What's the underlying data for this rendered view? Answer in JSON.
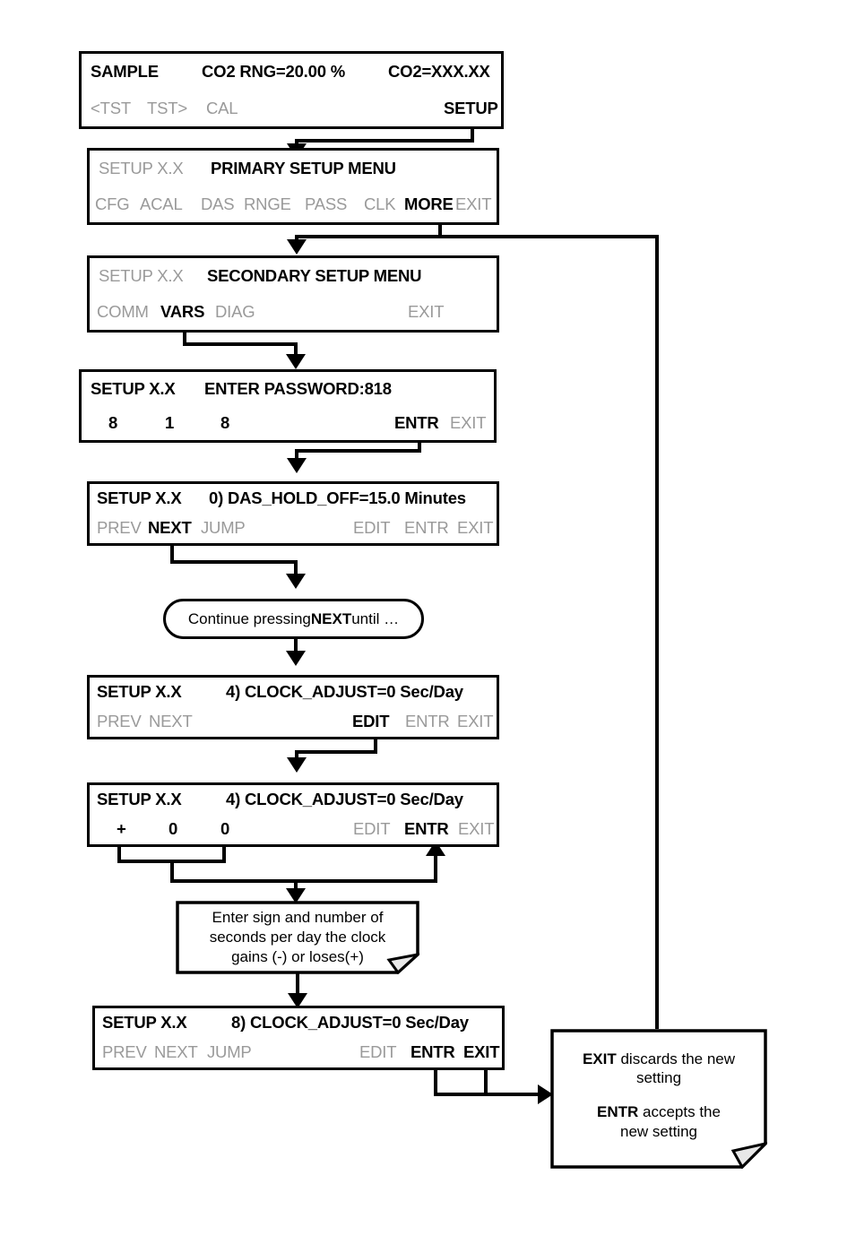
{
  "diagram": {
    "title": "CLOCK_ADJUST setup menu navigation flow",
    "accent_black": "#000000",
    "dim_gray": "#9a9a9a",
    "fold_gray": "#e8e8e8"
  },
  "panels": {
    "sample": {
      "top": {
        "status": "SAMPLE",
        "range": "CO2 RNG=20.00 %",
        "conc": "CO2=XXX.XX"
      },
      "bottom": {
        "tst_prev": "<TST",
        "tst_next": "TST>",
        "cal": "CAL",
        "setup": "SETUP"
      }
    },
    "primary_setup": {
      "top": {
        "label": "SETUP X.X",
        "title": "PRIMARY SETUP MENU"
      },
      "bottom": {
        "cfg": "CFG",
        "acal": "ACAL",
        "das": "DAS",
        "rnge": "RNGE",
        "pass": "PASS",
        "clk": "CLK",
        "more": "MORE",
        "exit": "EXIT"
      }
    },
    "secondary_setup": {
      "top": {
        "label": "SETUP X.X",
        "title": "SECONDARY SETUP MENU"
      },
      "bottom": {
        "comm": "COMM",
        "vars": "VARS",
        "diag": "DIAG",
        "exit": "EXIT"
      }
    },
    "password": {
      "top": {
        "label": "SETUP X.X",
        "title": "ENTER PASSWORD:818"
      },
      "bottom": {
        "d1": "8",
        "d2": "1",
        "d3": "8",
        "entr": "ENTR",
        "exit": "EXIT"
      }
    },
    "das_hold_off": {
      "top": {
        "label": "SETUP X.X",
        "title": "0) DAS_HOLD_OFF=15.0 Minutes"
      },
      "bottom": {
        "prev": "PREV",
        "next": "NEXT",
        "jump": "JUMP",
        "edit": "EDIT",
        "entr": "ENTR",
        "exit": "EXIT"
      }
    },
    "clock_adjust_view": {
      "top": {
        "label": "SETUP X.X",
        "title": "4) CLOCK_ADJUST=0 Sec/Day"
      },
      "bottom": {
        "prev": "PREV",
        "next": "NEXT",
        "edit": "EDIT",
        "entr": "ENTR",
        "exit": "EXIT"
      }
    },
    "clock_adjust_edit": {
      "top": {
        "label": "SETUP X.X",
        "title": "4) CLOCK_ADJUST=0 Sec/Day"
      },
      "bottom": {
        "sign": "+",
        "d1": "0",
        "d2": "0",
        "edit": "EDIT",
        "entr": "ENTR",
        "exit": "EXIT"
      }
    },
    "clock_adjust_saved": {
      "top": {
        "label": "SETUP X.X",
        "title": "8) CLOCK_ADJUST=0 Sec/Day"
      },
      "bottom": {
        "prev": "PREV",
        "next": "NEXT",
        "jump": "JUMP",
        "edit": "EDIT",
        "entr": "ENTR",
        "exit": "EXIT"
      }
    }
  },
  "callouts": {
    "continue_next": {
      "prefix": "Continue pressing ",
      "key": "NEXT",
      "suffix": " until …"
    },
    "enter_sign_note": {
      "line1": "Enter sign and number of",
      "line2": "seconds per day the clock",
      "line3": "gains (-) or loses(+)"
    },
    "exit_entr_note": {
      "line1_key": "EXIT",
      "line1_rest": " discards the new",
      "line2": "setting",
      "line3_key": "ENTR",
      "line3_rest": " accepts the",
      "line4": "new setting"
    }
  }
}
